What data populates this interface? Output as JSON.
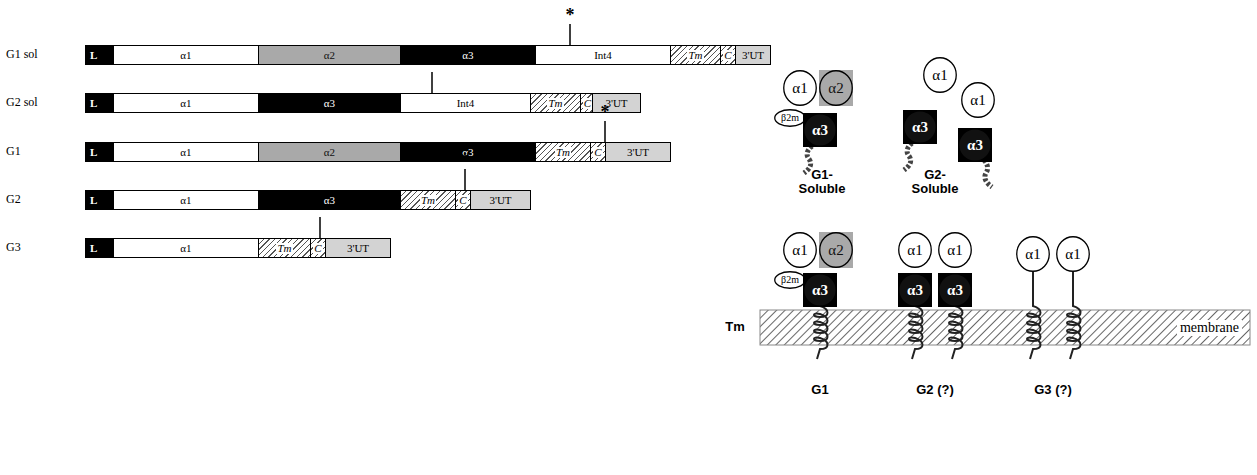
{
  "diagram": {
    "nodes": [
      {
        "text": [
          "L"
        ]
      },
      {
        "text": [
          "α1"
        ]
      },
      {
        "text": [
          "α2"
        ]
      },
      {
        "text": [
          "α3"
        ]
      },
      {
        "text": [
          "Int4"
        ]
      },
      {
        "text": [
          "Tm"
        ]
      },
      {
        "text": [
          "C"
        ]
      },
      {
        "text": [
          "3'UT"
        ]
      },
      {
        "text": [
          "L"
        ]
      },
      {
        "text": [
          "α1"
        ]
      },
      {
        "text": [
          "α3"
        ]
      },
      {
        "text": [
          "Int4"
        ]
      },
      {
        "text": [
          "Tm"
        ]
      },
      {
        "text": [
          "C"
        ]
      },
      {
        "text": [
          "3'UT"
        ]
      },
      {
        "text": [
          "L"
        ]
      },
      {
        "text": [
          "α1"
        ]
      },
      {
        "text": [
          "α2"
        ]
      },
      {
        "text": [
          "α3"
        ]
      },
      {
        "text": [
          "Tm"
        ]
      },
      {
        "text": [
          "C"
        ]
      },
      {
        "text": [
          "3'UT"
        ]
      },
      {
        "text": [
          "L"
        ]
      },
      {
        "text": [
          "α1"
        ]
      },
      {
        "text": [
          "α3"
        ]
      },
      {
        "text": [
          "Tm"
        ]
      },
      {
        "text": [
          "C"
        ]
      },
      {
        "text": [
          "3'UT"
        ]
      },
      {
        "text": [
          "L"
        ]
      },
      {
        "text": [
          "α1"
        ]
      },
      {
        "text": [
          "Tm"
        ]
      },
      {
        "text": [
          "C"
        ]
      },
      {
        "text": [
          "3'UT"
        ]
      },
      {
        "text": [
          "α1"
        ]
      },
      {
        "text": [
          "α2"
        ]
      },
      {
        "text": [
          "β2m"
        ]
      },
      {
        "text": [
          "α3"
        ]
      },
      {
        "text": [
          "α1"
        ]
      },
      {
        "text": [
          "α1"
        ]
      },
      {
        "text": [
          "α3"
        ]
      },
      {
        "text": [
          "α3"
        ]
      },
      {
        "text": [
          "α1"
        ]
      },
      {
        "text": [
          "α2"
        ]
      },
      {
        "text": [
          "β2m"
        ]
      },
      {
        "text": [
          "α3"
        ]
      },
      {
        "text": [
          "α1"
        ]
      },
      {
        "text": [
          "α1"
        ]
      },
      {
        "text": [
          "α3"
        ]
      },
      {
        "text": [
          "α3"
        ]
      },
      {
        "text": [
          "α1"
        ]
      },
      {
        "text": [
          "α1"
        ]
      },
      {
        "text": [
          "membrane"
        ]
      }
    ],
    "labels": [
      "G1 sol",
      "G2 sol",
      "G1",
      "G2",
      "G3",
      "*",
      "*",
      "*",
      "*",
      "*",
      "G1- Soluble",
      "G2- Soluble",
      "Tm",
      "G1",
      "G2 (?)",
      "G3 (?)"
    ]
  }
}
